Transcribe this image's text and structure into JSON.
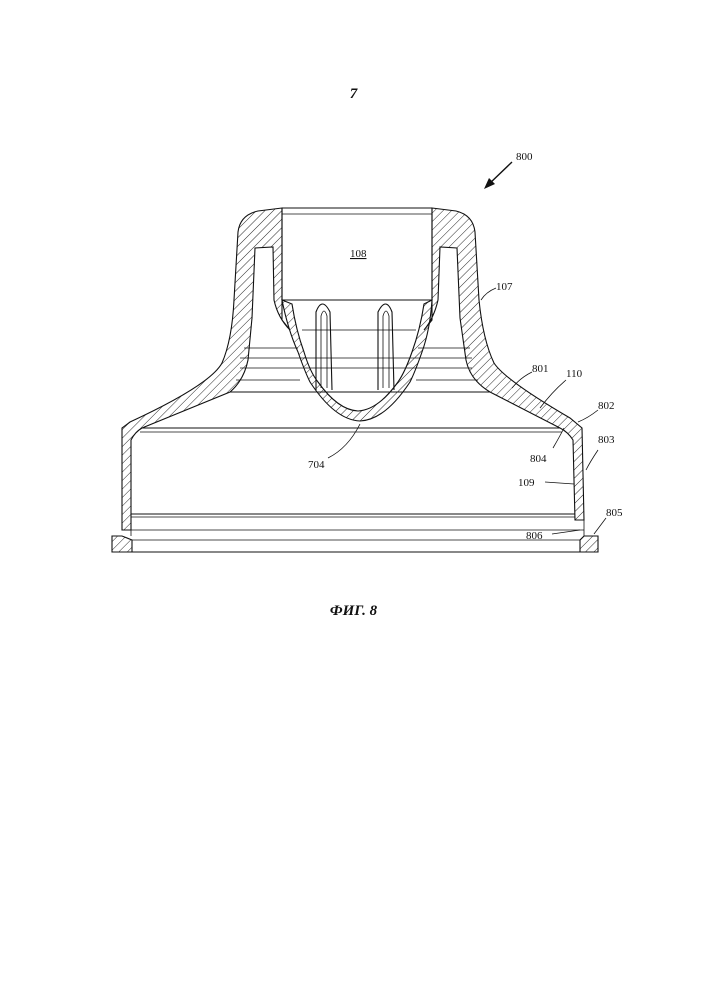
{
  "page": {
    "number": "7"
  },
  "figure": {
    "caption": "ФИГ. 8",
    "labels": {
      "assembly": "800",
      "insert_bore": "108",
      "cap_upper": "107",
      "shoulder": "801",
      "shoulder_wall": "110",
      "corner": "802",
      "skirt": "803",
      "inner_edge": "804",
      "flange": "805",
      "flange_inner": "806",
      "skirt_inner": "109",
      "dome": "704"
    }
  }
}
